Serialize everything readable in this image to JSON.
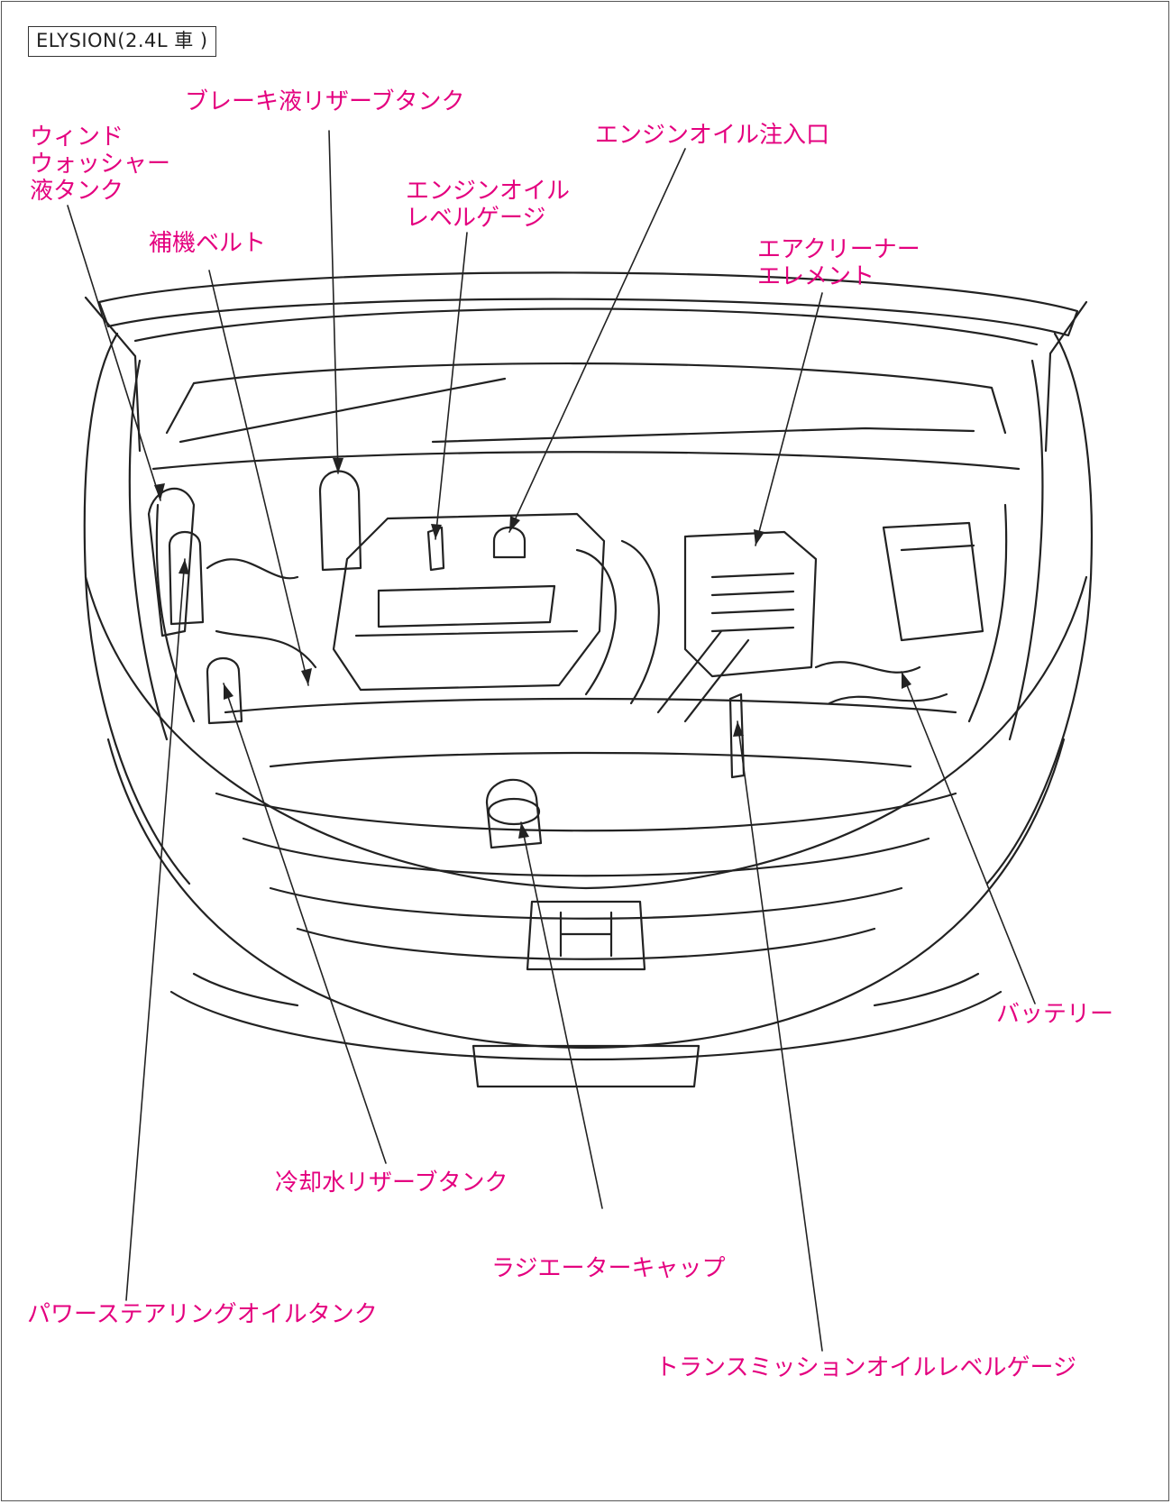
{
  "header": {
    "model_label": "ELYSION(2.4L 車 )"
  },
  "labels": {
    "washer_tank": [
      "ウィンド",
      "ウォッシャー",
      "液タンク"
    ],
    "brake_fluid": "ブレーキ液リザーブタンク",
    "oil_filler": "エンジンオイル注入口",
    "oil_level_gauge": [
      "エンジンオイル",
      "レベルゲージ"
    ],
    "aux_belt": "補機ベルト",
    "air_cleaner": [
      "エアクリーナー",
      "エレメント"
    ],
    "battery": "バッテリー",
    "coolant_tank": "冷却水リザーブタンク",
    "radiator_cap": "ラジエーターキャップ",
    "power_steering": "パワーステアリングオイルタンク",
    "transmission_gauge": "トランスミッションオイルレベルゲージ"
  },
  "colors": {
    "label": "#e4007f",
    "line": "#222222"
  }
}
